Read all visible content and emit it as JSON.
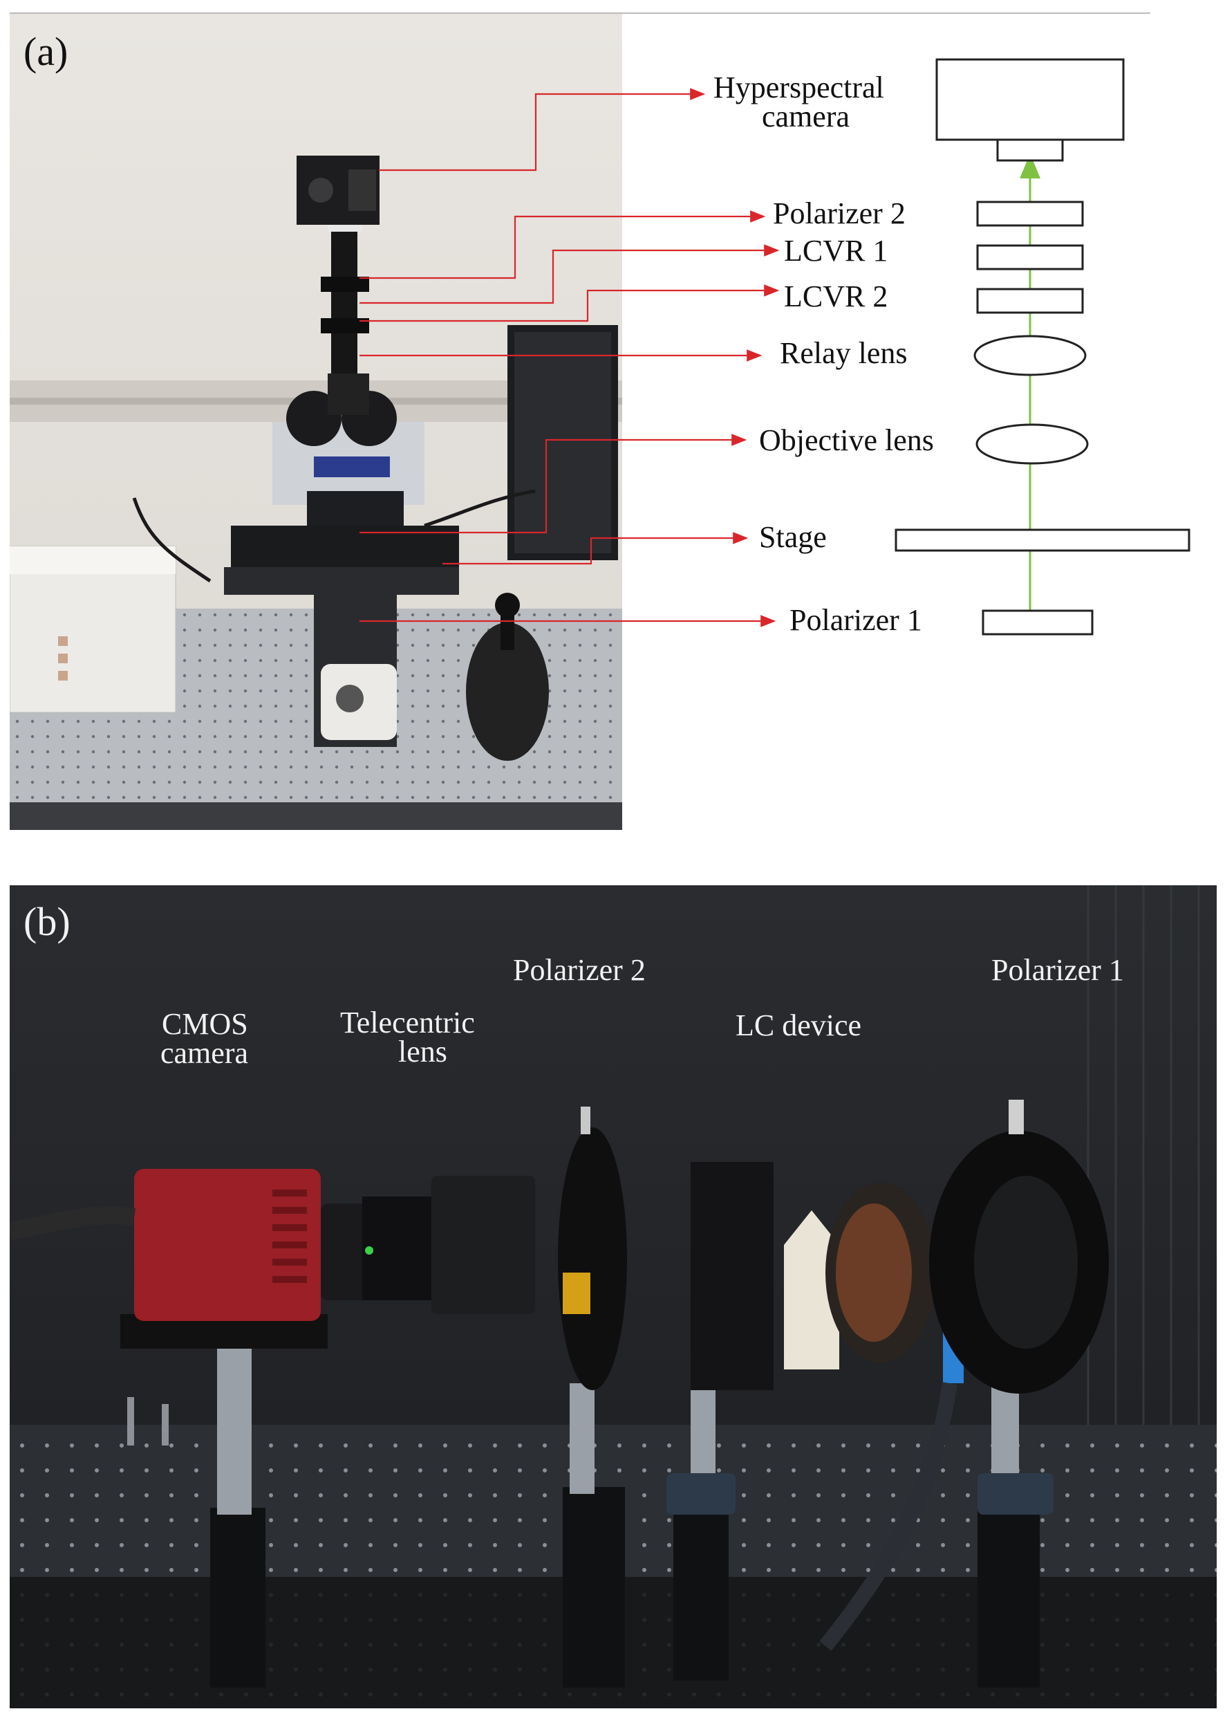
{
  "panel_a": {
    "tag": "(a)",
    "labels": {
      "hyperspectral_line1": "Hyperspectral",
      "hyperspectral_line2": "camera",
      "polarizer2": "Polarizer 2",
      "lcvr1": "LCVR 1",
      "lcvr2": "LCVR 2",
      "relay_lens": "Relay lens",
      "objective_lens": "Objective lens",
      "stage": "Stage",
      "polarizer1": "Polarizer 1"
    },
    "colors": {
      "leader": "#d9262b",
      "beam": "#7fc241",
      "outline": "#222222"
    }
  },
  "panel_b": {
    "tag": "(b)",
    "labels": {
      "cmos_line1": "CMOS",
      "cmos_line2": "camera",
      "telecentric_line1": "Telecentric",
      "telecentric_line2": "lens",
      "polarizer2": "Polarizer 2",
      "lc_device": "LC device",
      "polarizer1": "Polarizer 1"
    },
    "colors": {
      "background": "#1e2023",
      "camera": "#9a1f26"
    }
  }
}
